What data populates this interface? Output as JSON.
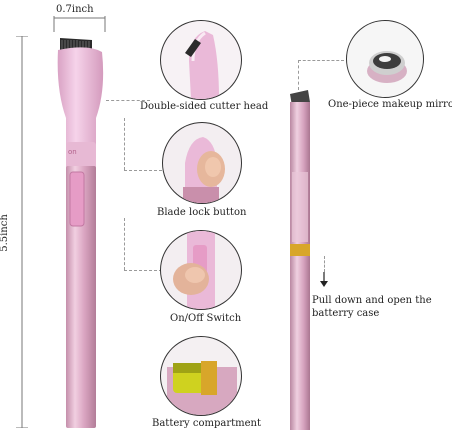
{
  "dimensions": {
    "width_label": "0.7inch",
    "height_label": "5.5inch"
  },
  "callouts": {
    "cutter_head": "Double-sided cutter head",
    "blade_lock": "Blade lock button",
    "switch": "On/Off Switch",
    "battery": "Battery compartment",
    "mirror": "One-piece makeup mirror",
    "pull_down_line1": "Pull down and open the",
    "pull_down_line2": "batterry case"
  },
  "device_text": {
    "switch_marking": "on"
  },
  "colors": {
    "body_pink": "#e2b0c9",
    "head_pink": "#eab9d8",
    "gold_band": "#d8a62a"
  },
  "icons": [
    "arrow-down-icon"
  ]
}
